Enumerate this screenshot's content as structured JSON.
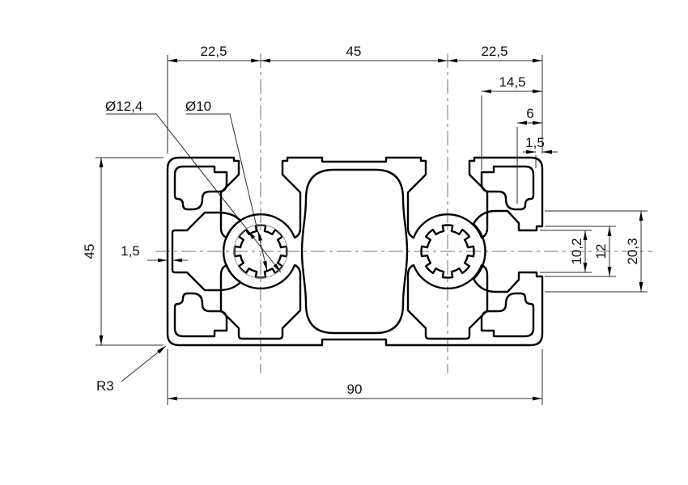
{
  "drawing": {
    "dimensions": {
      "top_segment_left": "22,5",
      "top_segment_center": "45",
      "top_segment_right": "22,5",
      "right_face_depth": "14,5",
      "right_face_step": "6",
      "right_face_wall": "1,5",
      "overall_height": "45",
      "left_wall_thickness": "1,5",
      "spline_bore_diameter": "Ø12,4",
      "core_bore_diameter": "Ø10",
      "slot_opening_clear": "10,2",
      "slot_opening_face": "12",
      "slot_cavity_width": "20,3",
      "overall_width": "90",
      "corner_radius": "R3"
    },
    "colors": {
      "profile_line": "#000000",
      "dimension_line": "#2b2b2b",
      "centerline": "#707070",
      "background": "#ffffff",
      "text": "#111111"
    }
  }
}
